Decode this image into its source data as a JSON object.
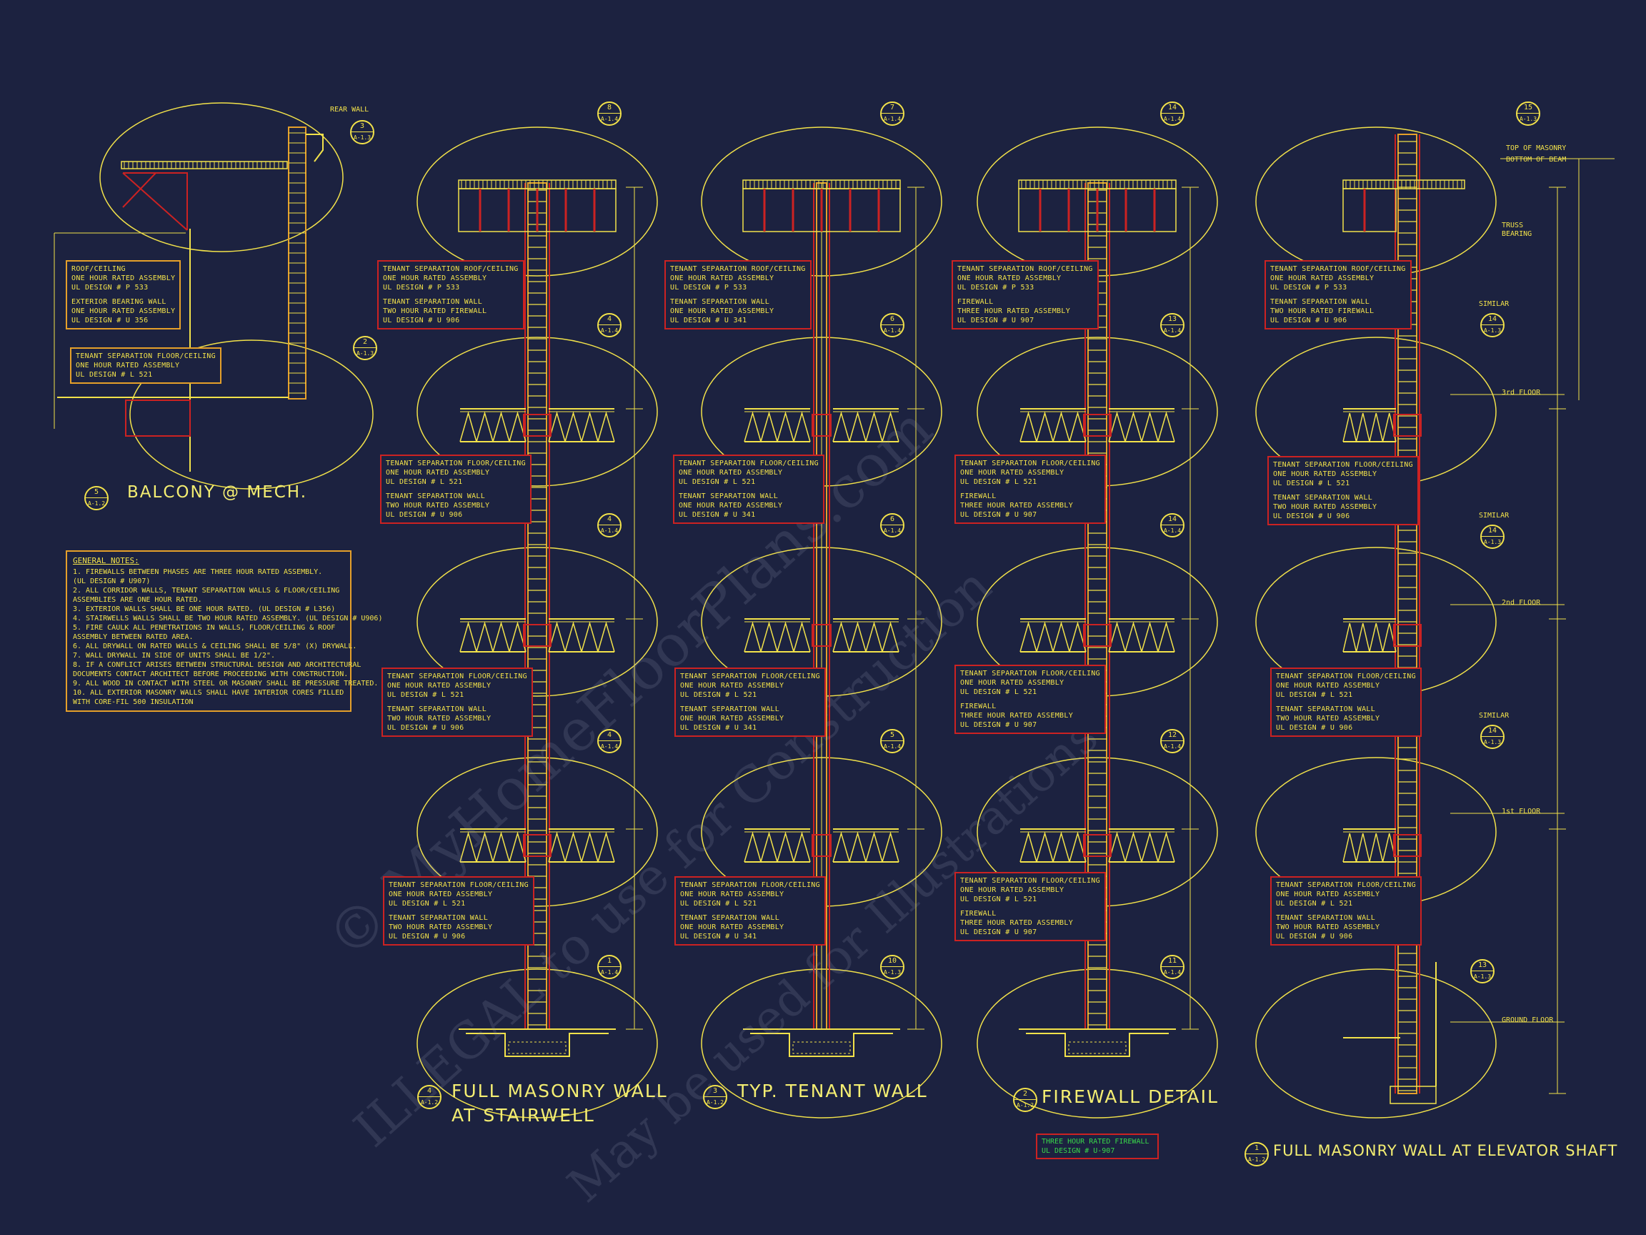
{
  "colors": {
    "background": "#1c2240",
    "linework": "#f2e24a",
    "wall_fill": "#e5a02a",
    "accent_red": "#cc2222",
    "green_text": "#39d84a"
  },
  "watermarks": {
    "line1": "© MyHomeFloorPlans.com",
    "line2": "ILLEGAL to use for Construction",
    "line3": "May be used for Illustrations"
  },
  "details": [
    {
      "num": "4",
      "sheet": "A-1.2",
      "line1": "FULL MASONRY WALL",
      "line2": "AT STAIRWELL"
    },
    {
      "num": "3",
      "sheet": "A-1.2",
      "line1": "TYP. TENANT WALL",
      "line2": ""
    },
    {
      "num": "2",
      "sheet": "A-1.2",
      "line1": "FIREWALL DETAIL",
      "line2": ""
    },
    {
      "num": "1",
      "sheet": "A-1.2",
      "line1": "FULL MASONRY WALL AT ELEVATOR SHAFT",
      "line2": ""
    },
    {
      "num": "5",
      "sheet": "A-1.2",
      "line1": "BALCONY @ MECH.",
      "line2": ""
    }
  ],
  "callouts": {
    "col1": [
      {
        "num": "8",
        "sheet": "A-1.4"
      },
      {
        "num": "4",
        "sheet": "A-1.4"
      },
      {
        "num": "4",
        "sheet": "A-1.4"
      },
      {
        "num": "4",
        "sheet": "A-1.4"
      },
      {
        "num": "1",
        "sheet": "A-1.4"
      }
    ],
    "col2": [
      {
        "num": "7",
        "sheet": "A-1.4"
      },
      {
        "num": "6",
        "sheet": "A-1.4"
      },
      {
        "num": "6",
        "sheet": "A-1.4"
      },
      {
        "num": "5",
        "sheet": "A-1.4"
      },
      {
        "num": "10",
        "sheet": "A-1.3"
      }
    ],
    "col3": [
      {
        "num": "14",
        "sheet": "A-1.4"
      },
      {
        "num": "13",
        "sheet": "A-1.4"
      },
      {
        "num": "14",
        "sheet": "A-1.4"
      },
      {
        "num": "12",
        "sheet": "A-1.4"
      },
      {
        "num": "11",
        "sheet": "A-1.4"
      }
    ],
    "col4": [
      {
        "num": "15",
        "sheet": "A-1.3"
      },
      {
        "num": "14",
        "sheet": "A-1.3"
      },
      {
        "num": "14",
        "sheet": "A-1.3"
      },
      {
        "num": "14",
        "sheet": "A-1.3"
      },
      {
        "num": "13",
        "sheet": "A-1.3"
      }
    ],
    "balcony": [
      {
        "num": "3",
        "sheet": "A-1.3"
      },
      {
        "num": "2",
        "sheet": "A-1.3"
      }
    ]
  },
  "notes": {
    "balcony_roof": [
      "ROOF/CEILING",
      "ONE HOUR RATED ASSEMBLY",
      "UL DESIGN # P 533",
      "",
      "EXTERIOR BEARING WALL",
      "ONE HOUR RATED ASSEMBLY",
      "UL DESIGN # U 356"
    ],
    "balcony_floor": [
      "TENANT SEPARATION FLOOR/CEILING",
      "ONE HOUR RATED ASSEMBLY",
      "UL DESIGN # L 521"
    ],
    "c1_roof": [
      "TENANT SEPARATION ROOF/CEILING",
      "ONE HOUR RATED ASSEMBLY",
      "UL DESIGN # P 533",
      "",
      "TENANT SEPARATION WALL",
      "TWO HOUR RATED FIREWALL",
      "UL DESIGN # U 906"
    ],
    "c1_floor": [
      "TENANT SEPARATION FLOOR/CEILING",
      "ONE HOUR RATED ASSEMBLY",
      "UL DESIGN # L 521",
      "",
      "TENANT SEPARATION WALL",
      "TWO HOUR RATED ASSEMBLY",
      "UL DESIGN # U 906"
    ],
    "c2_roof": [
      "TENANT SEPARATION ROOF/CEILING",
      "ONE HOUR RATED ASSEMBLY",
      "UL DESIGN # P 533",
      "",
      "TENANT SEPARATION WALL",
      "ONE HOUR RATED ASSEMBLY",
      "UL DESIGN # U 341"
    ],
    "c2_floor": [
      "TENANT SEPARATION FLOOR/CEILING",
      "ONE HOUR RATED ASSEMBLY",
      "UL DESIGN # L 521",
      "",
      "TENANT SEPARATION WALL",
      "ONE HOUR RATED ASSEMBLY",
      "UL DESIGN # U 341"
    ],
    "c3_roof": [
      "TENANT SEPARATION ROOF/CEILING",
      "ONE HOUR RATED ASSEMBLY",
      "UL DESIGN # P 533",
      "",
      "FIREWALL",
      "THREE HOUR RATED ASSEMBLY",
      "UL DESIGN # U 907"
    ],
    "c3_floor": [
      "TENANT SEPARATION FLOOR/CEILING",
      "ONE HOUR RATED ASSEMBLY",
      "UL DESIGN # L 521",
      "",
      "FIREWALL",
      "THREE HOUR RATED ASSEMBLY",
      "UL DESIGN # U 907"
    ],
    "c4_roof": [
      "TENANT SEPARATION ROOF/CEILING",
      "ONE HOUR RATED ASSEMBLY",
      "UL DESIGN # P 533",
      "",
      "TENANT SEPARATION WALL",
      "TWO HOUR RATED FIREWALL",
      "UL DESIGN # U 906"
    ],
    "c4_floor": [
      "TENANT SEPARATION FLOOR/CEILING",
      "ONE HOUR RATED ASSEMBLY",
      "UL DESIGN # L 521",
      "",
      "TENANT SEPARATION WALL",
      "TWO HOUR RATED ASSEMBLY",
      "UL DESIGN # U 906"
    ]
  },
  "general_notes": {
    "heading": "GENERAL NOTES:",
    "items": [
      "1. FIREWALLS BETWEEN PHASES ARE THREE HOUR RATED ASSEMBLY.",
      "   (UL DESIGN # U907)",
      "2. ALL CORRIDOR WALLS, TENANT SEPARATION WALLS & FLOOR/CEILING",
      "   ASSEMBLIES ARE ONE HOUR RATED.",
      "3. EXTERIOR WALLS SHALL BE ONE HOUR RATED. (UL DESIGN # L356)",
      "4. STAIRWELLS WALLS SHALL BE TWO HOUR RATED ASSEMBLY. (UL DESIGN # U906)",
      "5. FIRE CAULK ALL PENETRATIONS IN WALLS, FLOOR/CEILING & ROOF",
      "   ASSEMBLY BETWEEN RATED AREA.",
      "6. ALL DRYWALL ON RATED WALLS & CEILING SHALL BE 5/8\" (X) DRYWALL.",
      "7. WALL DRYWALL IN SIDE OF UNITS SHALL BE 1/2\".",
      "8. IF A CONFLICT ARISES BETWEEN STRUCTURAL DESIGN AND ARCHITECTURAL",
      "   DOCUMENTS CONTACT ARCHITECT BEFORE PROCEEDING WITH CONSTRUCTION.",
      "9. ALL WOOD IN CONTACT WITH STEEL OR MASONRY SHALL BE PRESSURE TREATED.",
      "10. ALL EXTERIOR MASONRY WALLS SHALL HAVE INTERIOR CORES FILLED",
      "    WITH CORE-FIL 500 INSULATION"
    ]
  },
  "firewall_note": [
    "THREE HOUR RATED FIREWALL",
    "UL DESIGN # U-907"
  ],
  "level_labels": {
    "top_masonry": "TOP OF MASONRY",
    "bottom_beam": "BOTTOM OF BEAM",
    "truss": "TRUSS",
    "bearing": "BEARING",
    "similar": "SIMILAR",
    "floor3": "3rd FLOOR",
    "floor2": "2nd FLOOR",
    "floor1": "1st FLOOR",
    "ground": "GROUND FLOOR",
    "rear_wall": "REAR WALL"
  }
}
